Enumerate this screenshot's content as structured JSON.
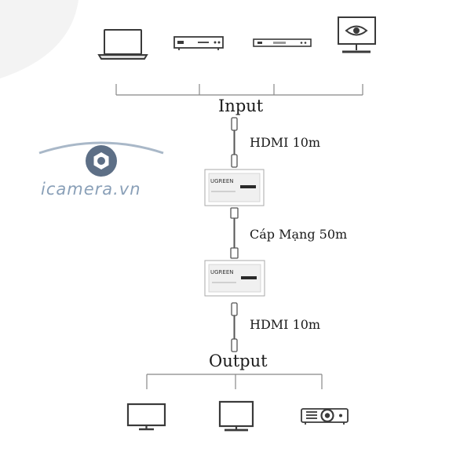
{
  "labels": {
    "input": "Input",
    "output": "Output",
    "cable_top": "HDMI 10m",
    "cable_middle": "Cáp Mạng 50m",
    "cable_bottom": "HDMI 10m"
  },
  "devices": {
    "transmitter_brand": "UGREEN",
    "receiver_brand": "UGREEN"
  },
  "watermark": {
    "text": "icamera.vn"
  },
  "sources": [
    "laptop-icon",
    "dvd-player-icon",
    "set-top-box-icon",
    "monitor-eye-icon"
  ],
  "outputs": [
    "tv-icon",
    "monitor-icon",
    "projector-icon"
  ],
  "colors": {
    "line": "#888888",
    "icon": "#3a3a3a",
    "accent": "#8aa0b8"
  }
}
